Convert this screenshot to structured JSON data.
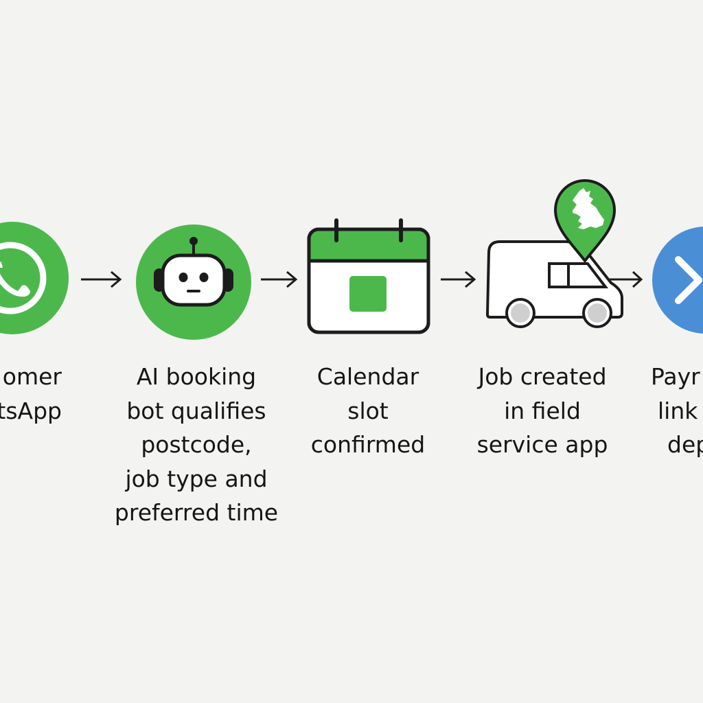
{
  "colors": {
    "background": "#f3f3f1",
    "green": "#4cb84c",
    "blue": "#4a8fd6",
    "outline": "#1c1c1c",
    "text": "#151515"
  },
  "steps": [
    {
      "icon": "whatsapp-icon",
      "lines": [
        "omer",
        "atsApp"
      ]
    },
    {
      "icon": "robot-icon",
      "lines": [
        "AI booking",
        "bot qualifies",
        "postcode,",
        "job type and",
        "preferred time"
      ]
    },
    {
      "icon": "calendar-icon",
      "lines": [
        "Calendar",
        "slot",
        "confirmed"
      ]
    },
    {
      "icon": "van-with-uk-map-pin-icon",
      "lines": [
        "Job created",
        "in field",
        "service app"
      ]
    },
    {
      "icon": "chevron-right-icon",
      "lines": [
        "Payr",
        "link",
        "dep"
      ]
    }
  ]
}
